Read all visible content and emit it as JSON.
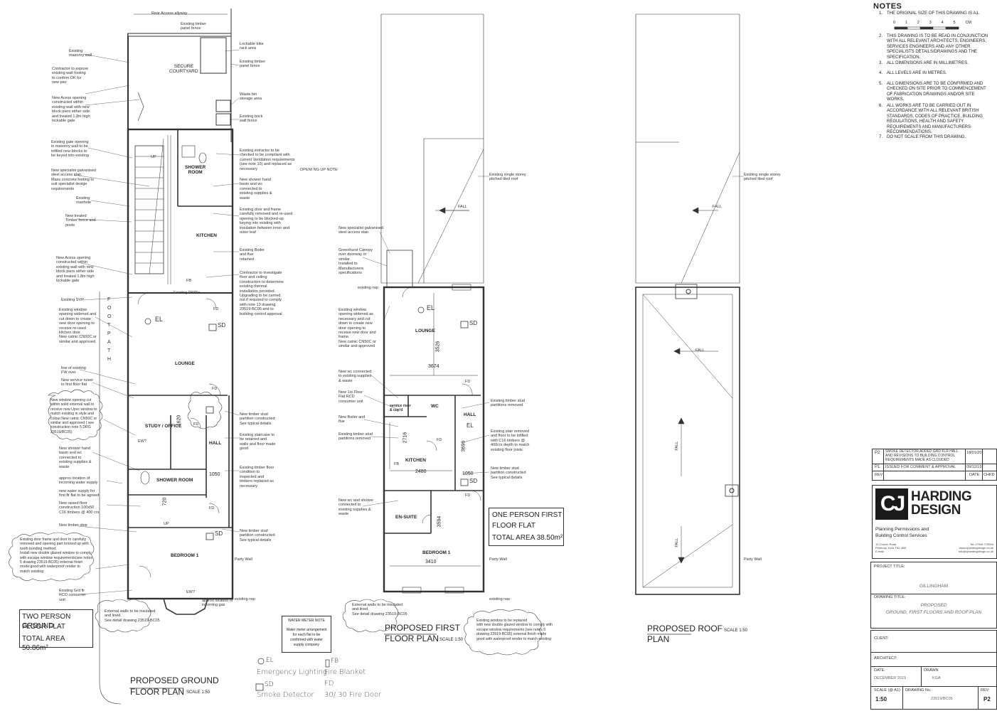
{
  "ground_plan": {
    "title_line1": "PROPOSED GROUND",
    "title_line2": "FLOOR PLAN",
    "scale": "SCALE 1:50",
    "area_line1": "TWO PERSON GROUND",
    "area_line2": "FLOOR FLAT",
    "area_line3": "TOTAL AREA 50.86m²",
    "rooms": {
      "courtyard": "SECURE\nCOURTYARD",
      "shower_room_top": "SHOWER\nROOM",
      "kitchen": "KITCHEN",
      "lounge": "LOUNGE",
      "study": "STUDY / OFFICE",
      "hall": "HALL",
      "shower_room": "SHOWER ROOM",
      "bedroom": "BEDROOM 1"
    },
    "small": {
      "fb": "FB",
      "fd": "FD",
      "el": "EL",
      "sd": "SD",
      "up": "UP",
      "ew": "EW?",
      "dim_1050": "1050",
      "dim_720": "720",
      "dim_1620": "1620",
      "footpath": "F O O T P A T H",
      "existing_rwps": "Existing RWP's"
    },
    "annotations_left": [
      "Existing\nmasonry wall",
      "Contractor to expose\nexisting wall footing\nto confirm OK for\nnew pier",
      "New Acess opening\nconstructed within\nexisting wall with new\nblock piers either side\nand treated 1.8m high\nlockable gate",
      "Existing gate opening\nin masonry wall to be\ninfilled new blocks to\nbe keyed into existing",
      "New specialist galvanised\nsteel access stair.\nMass concrete footing to\nsuit specialist design\nrequirements",
      "Existing\nmanhole",
      "New treated\nTimber fence and\nposts",
      "New Acess opening\nconstructed within\nexisting wall with new\nblock piers either side\nand treated 1.8m high\nlockable gate",
      "Existing SVP",
      "Existing window\nopening widened and\ncut down to create\nnew door opening to\nreceive re-used\nkitchen door.\nNew catnic CN50C or\nsimilar and approved",
      "line of existing\nFW over",
      "New service ruiser\nto first floor flat",
      "New window opening  cut\nwithin solid external wall to\nreceive new Upvc window to\nmatch existing in style and\ncolour.New catnic CN50C or\nsimilar and approved ( see\nconstruction note 5 DRG\n23519/BC05)",
      "New shower hand\nbasin and wc\nconnected to\nexisting supplies &\nwaste",
      "approx location of\nincoming water supply",
      "new water supply for\nfirst flr flat to be agreed",
      "New raised floor\nconstruction 100x50\nC16 timbers @ 400 crs",
      "New timber step",
      "Existing door frame and door to carefully\nremoved and opening part bricked up with\ntooth bonding method.\nInstall new double glazed window to comply\nwith escape window requirements(see notes\n5 drawing 23519-BC05) external finish\nmode good with waterproof render to\nmatch existing",
      "Existing Grd flr\nRCD consumer\nunit"
    ],
    "annotations_right": [
      "Rear Access allyway",
      "Existing timber\npanel fence",
      "Lockable bike\nrack area",
      "Existing timber\npanel fence",
      "Waste bin\nstorage area",
      "Existing brick\nwall fence",
      "Existing extractor to be\nchecked to be compliant with\ncurrent Ventilation requirements\n(see note 10) and replaced as\nnecessary",
      "OPENI NG UP NOTE",
      "New shower hand\nbasin and wc\nconnected to\nexisting supplies &\nwaste",
      "Existing door and frame\ncarefully removed and re-used\nopening to be blocked-up\nkeying into existing with\ninsulation between inner and\nouter leaf",
      "Existing Boiler\nand flue\nretained",
      "Contractor to investigate\nfloor and ceiling\nconstruction to determine\nexisting thermal\ninstallation provided.\nUpgrading to be carried\nout if required to comply\nwith note 13 drawing\n23519-BC05 and to\nbuilding control approval",
      "New timber stud\npartition constructed\nSee typical details",
      "Existing staircase to\nbe retained and\nwalls and floor made\ngood",
      "Existing timber floor\ncondition to\ninspected and\ntimbers replaced as\nnecessary",
      "New timber stud\npartition constructed\nSee typical details",
      "Party Wall",
      "approx location of\nincoming gas",
      "existing rwp",
      "External walls to be insulated\nand lined.\nSee detail drawing 23519-BC05"
    ]
  },
  "first_plan": {
    "title_line1": "PROPOSED FIRST",
    "title_line2": "FLOOR PLAN",
    "scale": "SCALE 1:50",
    "area_line1": "ONE PERSON FIRST",
    "area_line2": "FLOOR FLAT",
    "area_line3": "TOTAL AREA 38.50m²",
    "rooms": {
      "lounge": "LOUNGE",
      "service": "service riser\n& cup'd",
      "wc": "WC",
      "hall": "HALL",
      "kitchen": "KITCHEN",
      "ensuite": "EN-SUITE",
      "bedroom": "BEDROOM 1"
    },
    "dims": {
      "d3526": "3526",
      "d3674": "3674",
      "d2716": "2716",
      "d2480": "2480",
      "d3696": "3696",
      "d1050": "1050",
      "d3594": "3594",
      "d3410": "3410"
    },
    "small": {
      "fall": "FALL",
      "fd": "FD",
      "fb": "FB",
      "el": "EL",
      "sd": "SD"
    },
    "annotations": [
      "Existing single storey\npitched tiled roof",
      "New specialist galvanised\nsteel access stair.",
      "Greenhurst Canopy\nover doorway or\nsimilar.\nInstalled to\nManufacturers\nspecifications",
      "existing rwp",
      "Existing window\nopening widened as\nnecessary and cut\ndown to create new\ndoor opening to\nreceive new door and\nframe.\nNew catnic CN50C or\nsimilar and approved",
      "New wc connected\nto existing supplies\n& waste",
      "New 1st Floor\nFlat RCD\nconsumer unit",
      "New Boiler and\nflue",
      "Existing timber stud\npartitions removed",
      "New wc and shower\nconnected to\nexisting supplies &\nwaste",
      "External walls to be insulated\nand lined.\nSee detail drawing 23519-BC05",
      "Existing timber stud\npartitions removed",
      "Existing stair removed\nand floor to be infilled\nwith C16 timbers @\n400crs depth to match\nexisting floor joists",
      "New timber stud\npartition constructed\nSee typical details",
      "Party Wall",
      "existing rwp",
      "Existing window to be replaced\nwith new double glazed window to comply with\nescape window requirements (see notes 5\ndrawing 23519-BC05) external finish made\ngood with waterproof render to match existing"
    ]
  },
  "roof_plan": {
    "title_line1": "PROPOSED ROOF",
    "title_line2": "PLAN",
    "scale": "SCALE 1:50",
    "annotation": "Existing single storey\npitched tiled roof",
    "party_wall": "Party Wall",
    "fall": "FALL"
  },
  "legend": {
    "water_title": "WATER METER NOTE",
    "water_text": "Water meter arrangement\nfor each flat to be\nconfirmed with water\nsupply company",
    "el": "EL",
    "emergency": "Emergency Lighting",
    "fb": "FB",
    "fire_blanket": "Fire Blanket",
    "sd": "SD",
    "smoke": "Smoke Detector",
    "fd": "FD",
    "fire_door": "30/ 30 Fire Door"
  },
  "notes": {
    "title": "NOTES",
    "items": [
      "THE ORIGINAL SIZE OF THIS DRAWING IS A1.",
      "THIS DRAWING IS TO BE READ IN CONJUNCTION WITH ALL RELEVANT ARCHITECTS, ENGINEERS, SERVICES ENGINEERS AND ANY OTHER SPECIALISTS DETAILS/DRAWINGS AND THE SPECIFICATION.",
      "ALL DIMENSIONS ARE IN MILLIMETRES.",
      "ALL LEVELS ARE IN METRES.",
      "ALL DIMENSIONS ARE TO BE CONFIRMED AND CHECKED ON SITE PRIOR TO COMMENCEMENT OF FABRICATION DRAWINGS AND/OR SITE WORKS.",
      "ALL WORKS ARE TO BE CARRIED OUT IN ACCORDANCE WITH ALL RELEVANT BRITISH STANDARDS, CODES OF PRACTICE, BUILDING REGULATIONS, HEALTH AND SAFETY REQUIREMENTS AND MANUFACTURERS RECOMMENDATIONS.",
      "DO NOT SCALE FROM THIS DRAWING."
    ],
    "numbers": [
      "1.",
      "2.",
      "3.",
      "4.",
      "5.",
      "6.",
      "7."
    ],
    "scale_ticks": [
      "0",
      "1",
      "2",
      "3",
      "4",
      "5"
    ],
    "scale_unit": "CM"
  },
  "revisions": [
    {
      "rev": "P2",
      "desc": "SMOKE DETECTOR ADDED GRD FLR HALL AND REVISIONS TO BUILDING CONTROL REQUIREMENTS MADE AS CLOUDED",
      "date": "18/01/20",
      "chkd": ""
    },
    {
      "rev": "P1",
      "desc": "ISSUED FOR COMMENT & APPROVAL",
      "date": "09/12/19",
      "chkd": ""
    }
  ],
  "rev_headers": {
    "rev": "REV",
    "date": "DATE",
    "chkd": "CHKD"
  },
  "company": {
    "logo_cj": "CJ",
    "logo_line1": "HARDING",
    "logo_line2": "DESIGN",
    "tagline": "Planning Permissions and\nBuilding Control Services",
    "address": "12 Church Road\nPembury, Kent  TN2 4BS\nE-mail:",
    "contact": "Tel: 07946 775594\nwww.cjhardingdesign.co.uk\ninfo@cjhardingdesign.co.uk"
  },
  "title_block": {
    "project_label": "PROJECT TITLE:",
    "project": "GILLINGHAM",
    "drawing_label": "DRAWING TITLE:",
    "drawing": "PROPOSED\nGROUND, FIRST FLOORS AND ROOF PLAN",
    "client_label": "CLIENT:",
    "architect_label": "ARCHITECT:",
    "date_label": "DATE:",
    "date": "DECEMBER 2019",
    "drawn_label": "DRAWN",
    "drawn": "KGA",
    "scale_label": "SCALE (@ A1):",
    "scale": "1:50",
    "drawing_no_label": "DRAWING No.",
    "drawing_no": "23519/BC05",
    "rev_label": "REV:",
    "rev": "P2"
  }
}
